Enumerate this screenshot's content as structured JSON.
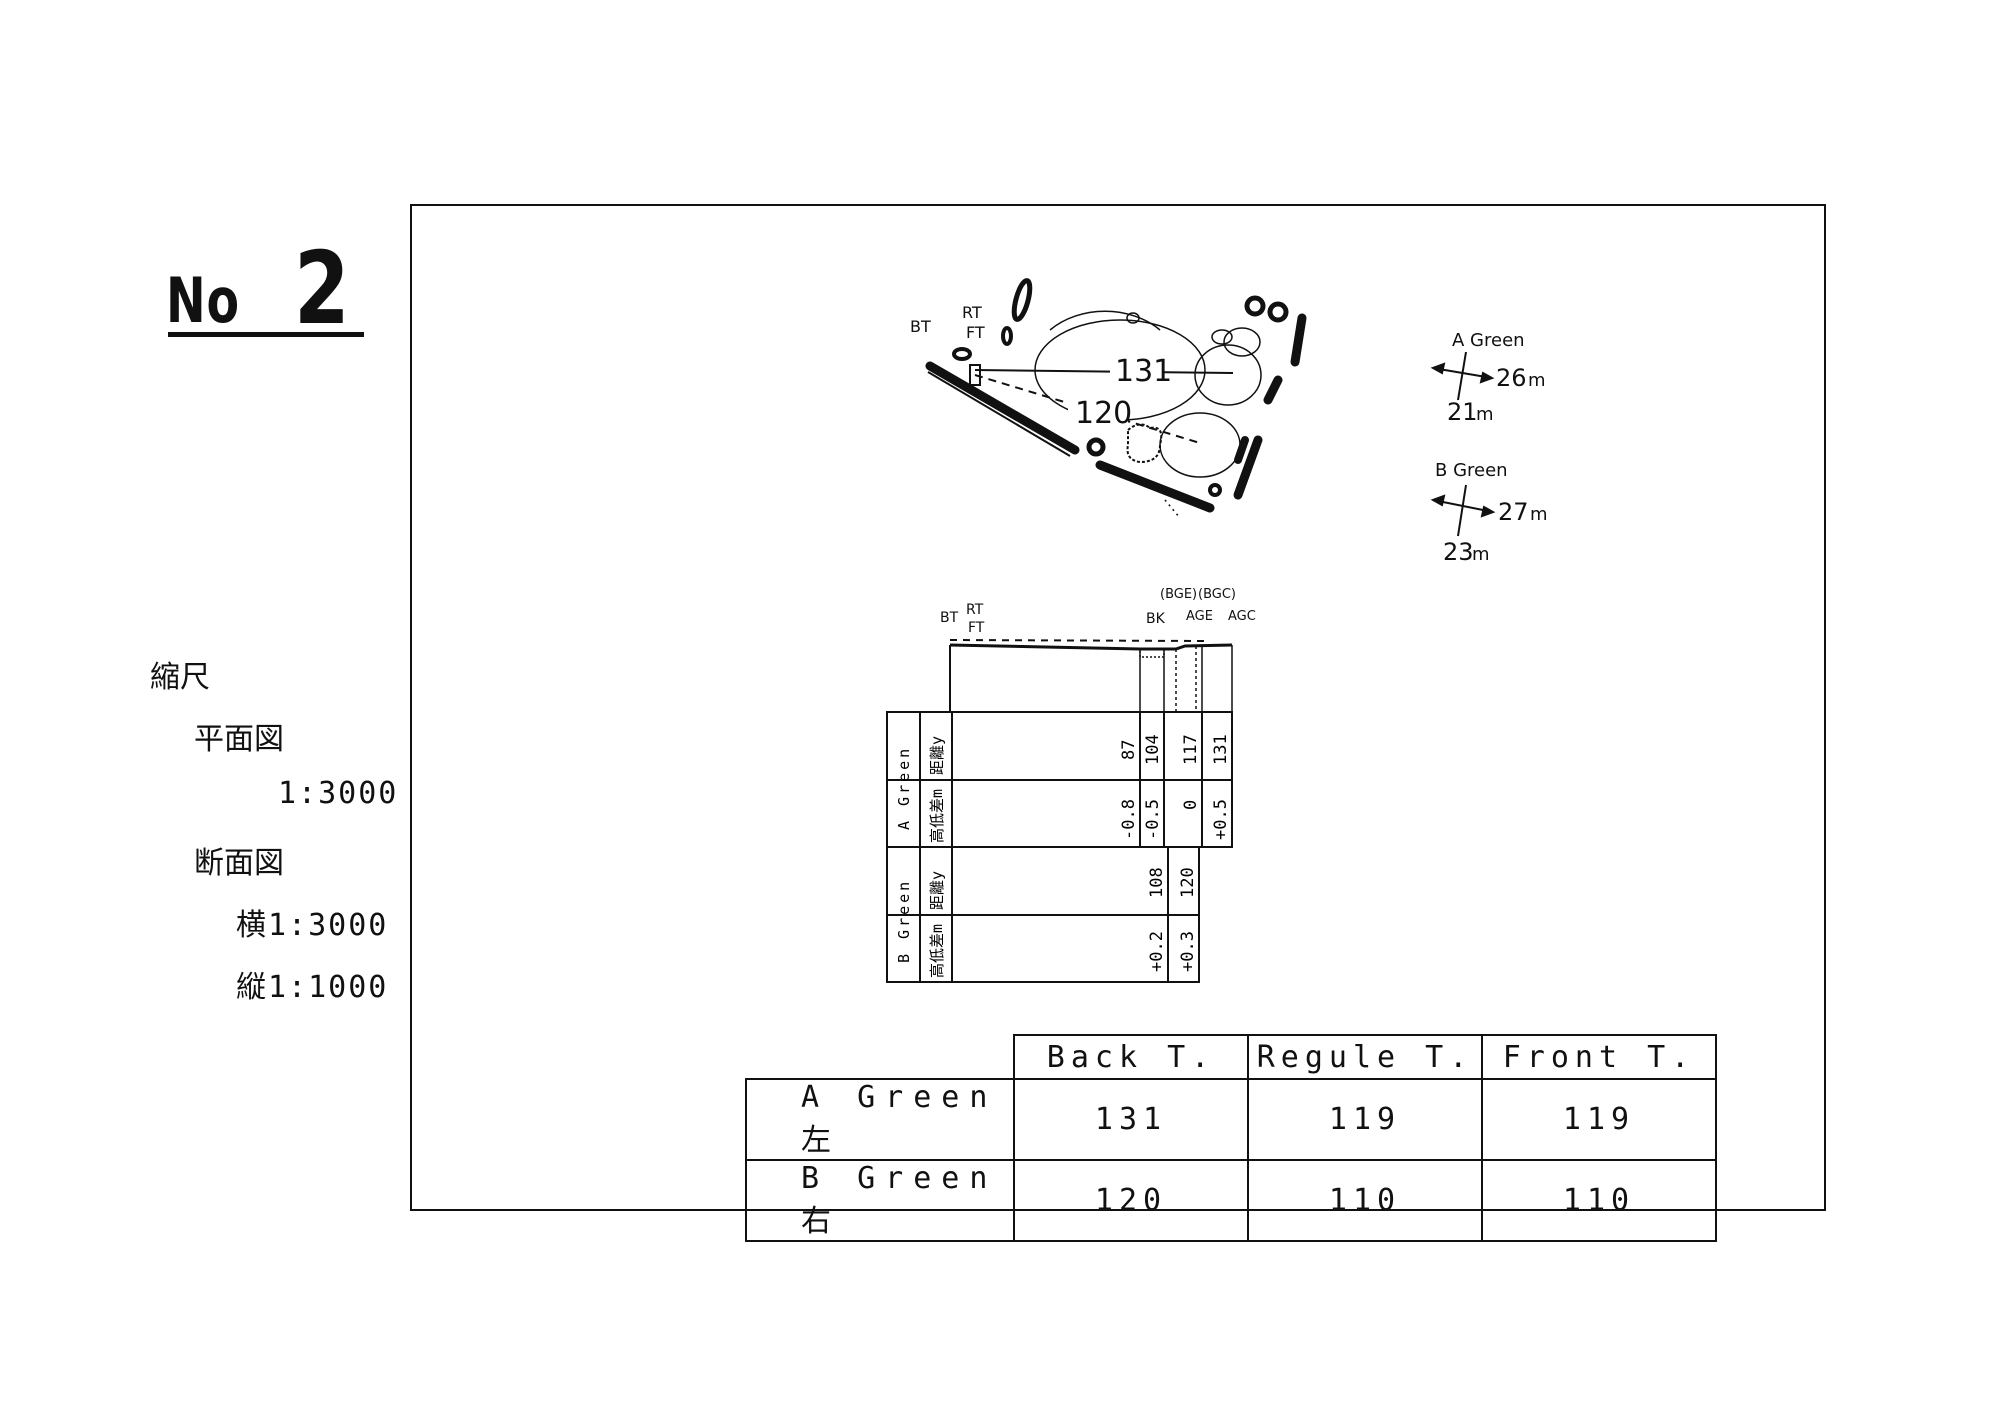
{
  "hole": {
    "label": "No",
    "number": "2"
  },
  "scale": {
    "heading": "縮尺",
    "plan_label": "平面図",
    "plan_value": "1:3000",
    "section_label": "断面図",
    "section_h": "横1:3000",
    "section_v": "縦1:1000"
  },
  "plan_view": {
    "tee_labels": {
      "bt": "BT",
      "rt": "RT",
      "ft": "FT"
    },
    "distance_a": "131",
    "distance_b": "120"
  },
  "green_sizes": [
    {
      "name": "A Green",
      "width": "26",
      "depth": "21",
      "unit": "m"
    },
    {
      "name": "B Green",
      "width": "27",
      "depth": "23",
      "unit": "m"
    }
  ],
  "profile": {
    "top_labels": {
      "bt": "BT",
      "rt": "RT",
      "ft": "FT",
      "bge": "(BGE)",
      "bgc": "(BGC)",
      "bk": "BK",
      "age": "AGE",
      "agc": "AGC"
    },
    "a_group": "A Green",
    "b_group": "B Green",
    "dist_label": "距離y",
    "elev_label": "高低差m",
    "a_distances": [
      "87",
      "104",
      "117",
      "131"
    ],
    "a_elevations": [
      "-0.8",
      "-0.5",
      "0",
      "+0.5"
    ],
    "b_distances": [
      "108",
      "120"
    ],
    "b_elevations": [
      "+0.2",
      "+0.3"
    ]
  },
  "score_table": {
    "headers": [
      "Back T.",
      "Regule T.",
      "Front T."
    ],
    "rows": [
      {
        "label": "A Green 左",
        "values": [
          "131",
          "119",
          "119"
        ]
      },
      {
        "label": "B Green 右",
        "values": [
          "120",
          "110",
          "110"
        ]
      }
    ]
  }
}
